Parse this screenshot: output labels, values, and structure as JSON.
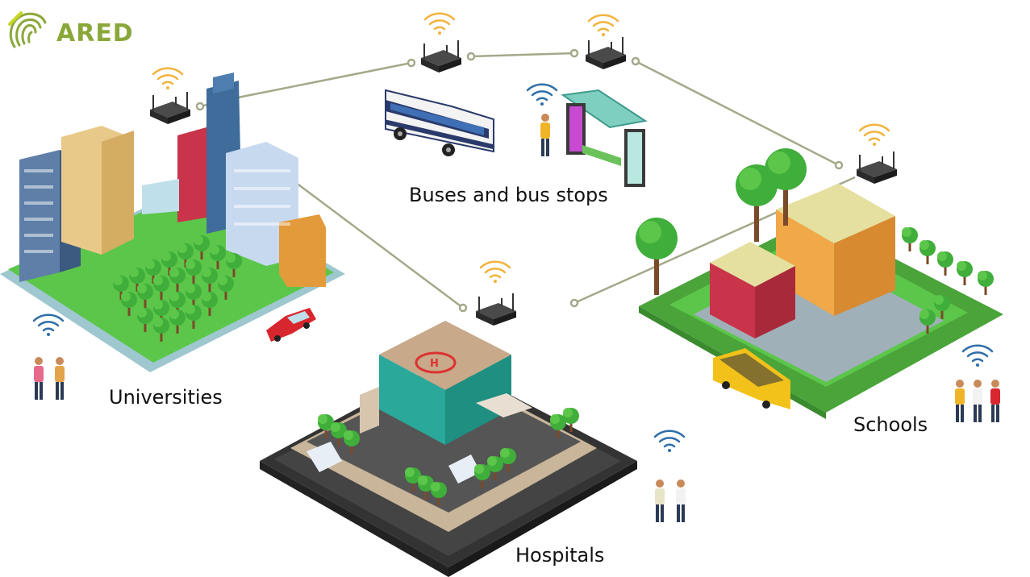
{
  "brand": {
    "name": "ARED",
    "color": "#8aa83a"
  },
  "labels": {
    "buses": "Buses and bus stops",
    "universities": "Universities",
    "hospitals": "Hospitals",
    "schools": "Schools"
  },
  "colors": {
    "wifi_router": "#f2b33d",
    "wifi_people": "#2f6ea8",
    "link_line": "#a4a98a",
    "grass": "#5cc64a",
    "road": "#3a3a3a"
  },
  "icons": [
    "router-icon",
    "wifi-signal-icon",
    "bus-icon",
    "bus-stop-icon",
    "building-icon",
    "hospital-icon",
    "school-icon",
    "tree-icon",
    "car-icon",
    "ambulance-icon",
    "person-icon"
  ]
}
